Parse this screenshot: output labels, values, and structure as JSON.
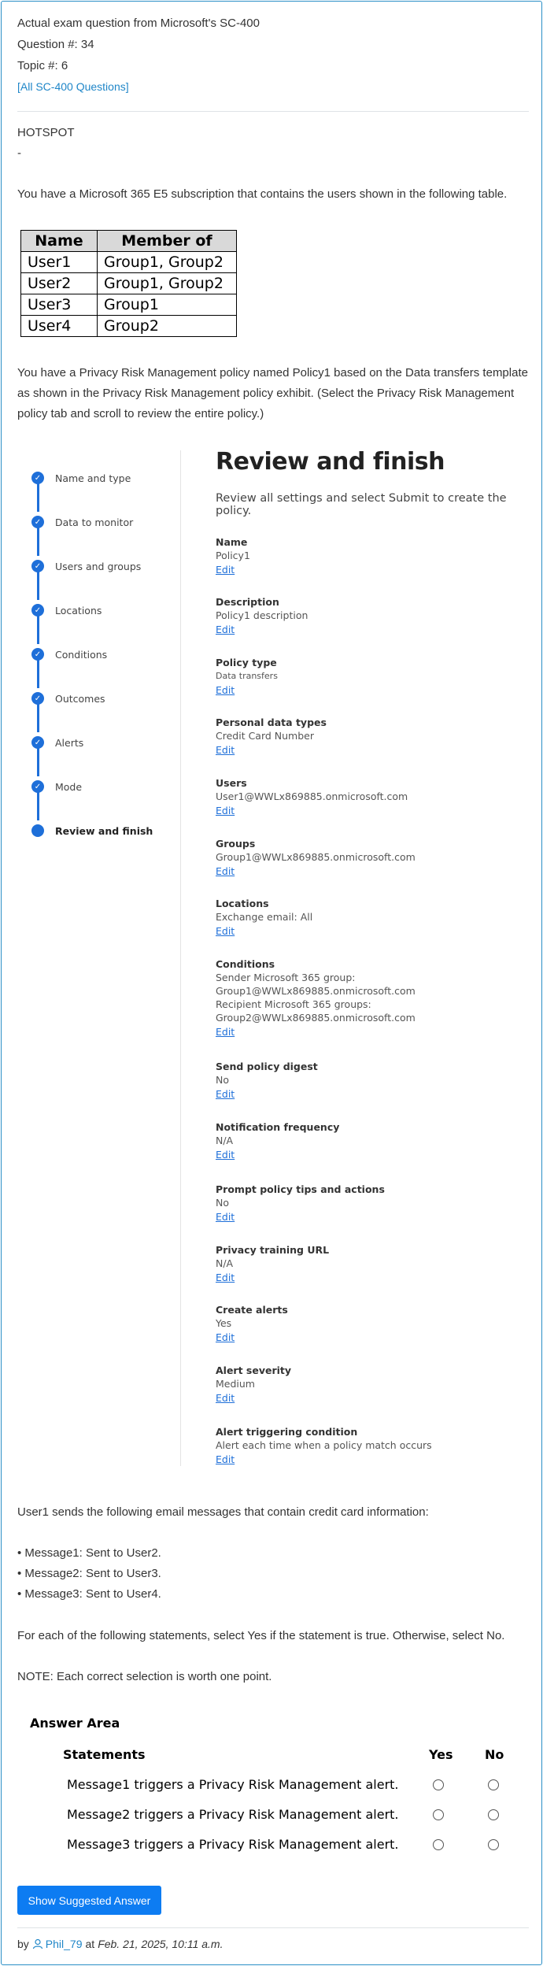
{
  "header": {
    "line1": "Actual exam question from Microsoft's SC-400",
    "line2": "Question #: 34",
    "line3": "Topic #: 6",
    "all_link": "[All SC-400 Questions]"
  },
  "question": {
    "type": "HOTSPOT",
    "dash": "-",
    "intro": "You have a Microsoft 365 E5 subscription that contains the users shown in the following table.",
    "table": {
      "headers": [
        "Name",
        "Member of"
      ],
      "rows": [
        [
          "User1",
          "Group1, Group2"
        ],
        [
          "User2",
          "Group1, Group2"
        ],
        [
          "User3",
          "Group1"
        ],
        [
          "User4",
          "Group2"
        ]
      ]
    },
    "policy_text": "You have a Privacy Risk Management policy named Policy1 based on the Data transfers template as shown in the Privacy Risk Management policy exhibit. (Select the Privacy Risk Management policy tab and scroll to review the entire policy.)",
    "messages_intro": "User1 sends the following email messages that contain credit card information:",
    "messages": [
      "• Message1: Sent to User2.",
      "• Message2: Sent to User3.",
      "• Message3: Sent to User4."
    ],
    "instruction": "For each of the following statements, select Yes if the statement is true. Otherwise, select No.",
    "note": "NOTE: Each correct selection is worth one point."
  },
  "exhibit": {
    "steps": [
      "Name and type",
      "Data to monitor",
      "Users and groups",
      "Locations",
      "Conditions",
      "Outcomes",
      "Alerts",
      "Mode",
      "Review and finish"
    ],
    "title": "Review and finish",
    "subtitle": "Review all settings and select Submit to create the policy.",
    "edit_label": "Edit",
    "sections": [
      {
        "heading": "Name",
        "values": [
          "Policy1"
        ]
      },
      {
        "heading": "Description",
        "values": [
          "Policy1 description"
        ]
      },
      {
        "heading": "Policy type",
        "values": [
          "Data transfers"
        ]
      },
      {
        "heading": "Personal data types",
        "values": [
          "Credit Card Number"
        ]
      },
      {
        "heading": "Users",
        "values": [
          "User1@WWLx869885.onmicrosoft.com"
        ]
      },
      {
        "heading": "Groups",
        "values": [
          "Group1@WWLx869885.onmicrosoft.com"
        ]
      },
      {
        "heading": "Locations",
        "values": [
          "Exchange email: All"
        ]
      },
      {
        "heading": "Conditions",
        "values": [
          "Sender Microsoft 365 group:",
          "Group1@WWLx869885.onmicrosoft.com",
          "Recipient Microsoft 365 groups:",
          "Group2@WWLx869885.onmicrosoft.com"
        ]
      },
      {
        "heading": "Send policy digest",
        "values": [
          "No"
        ]
      },
      {
        "heading": "Notification frequency",
        "values": [
          "N/A"
        ]
      },
      {
        "heading": "Prompt policy tips and actions",
        "values": [
          "No"
        ]
      },
      {
        "heading": "Privacy training URL",
        "values": [
          "N/A"
        ]
      },
      {
        "heading": "Create alerts",
        "values": [
          "Yes"
        ]
      },
      {
        "heading": "Alert severity",
        "values": [
          "Medium"
        ]
      },
      {
        "heading": "Alert triggering condition",
        "values": [
          "Alert each time when a policy match occurs"
        ]
      }
    ]
  },
  "answer_area": {
    "title": "Answer Area",
    "col_statements": "Statements",
    "col_yes": "Yes",
    "col_no": "No",
    "statements": [
      "Message1 triggers a Privacy Risk Management alert.",
      "Message2 triggers a Privacy Risk Management alert.",
      "Message3 triggers a Privacy Risk Management alert."
    ]
  },
  "button": {
    "label": "Show Suggested Answer"
  },
  "footer": {
    "by": "by",
    "user": "Phil_79",
    "at": "at",
    "date": "Feb. 21, 2025, 10:11 a.m."
  },
  "colors": {
    "accent": "#0d7cf2",
    "link": "#1f86c8",
    "step": "#1e6fd9"
  }
}
